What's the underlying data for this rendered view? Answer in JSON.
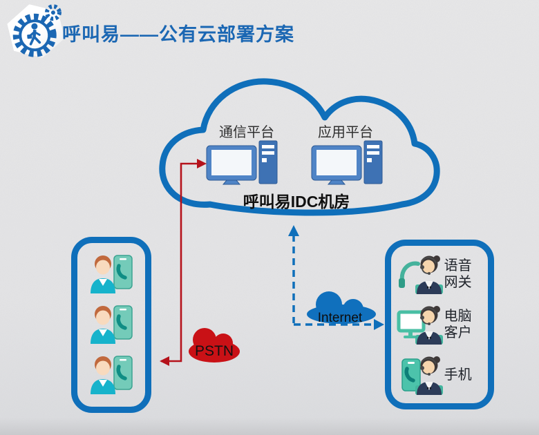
{
  "header": {
    "title": "呼叫易——公有云部署方案",
    "title_color": "#1b67b3",
    "logo_icons": [
      "gear-icon",
      "walking-person-icon",
      "small-gear-icon"
    ]
  },
  "idc_cloud": {
    "label": "呼叫易IDC机房",
    "border_color": "#0f6fba",
    "nodes": [
      {
        "label": "通信平台",
        "icon": "desktop-computer-icon"
      },
      {
        "label": "应用平台",
        "icon": "desktop-computer-icon"
      }
    ]
  },
  "callers_box": {
    "border_color": "#0f6fba",
    "items": [
      {
        "icon": "caller-with-phone-icon"
      },
      {
        "icon": "caller-with-phone-icon"
      },
      {
        "icon": "caller-with-phone-icon"
      }
    ]
  },
  "clients_box": {
    "border_color": "#0f6fba",
    "items": [
      {
        "icon": "agent-headset-icon",
        "label": "语音网关"
      },
      {
        "icon": "agent-computer-icon",
        "label": "电脑客户"
      },
      {
        "icon": "agent-mobile-icon",
        "label": "手机"
      }
    ]
  },
  "connectors": {
    "pstn": {
      "label": "PSTN",
      "cloud_color": "#c91116",
      "line_color": "#b5121b",
      "line_style": "solid"
    },
    "internet": {
      "label": "Internet",
      "cloud_color": "#1070bd",
      "line_color": "#0f6fba",
      "line_style": "dashed"
    }
  },
  "colors": {
    "accent_blue": "#0f6fba",
    "title_blue": "#1b67b3",
    "alert_red": "#c91116",
    "teal": "#45b29c",
    "caller_cyan": "#17b3cb",
    "computer_blue": "#4f84c6",
    "background": "#e5e6e7"
  }
}
